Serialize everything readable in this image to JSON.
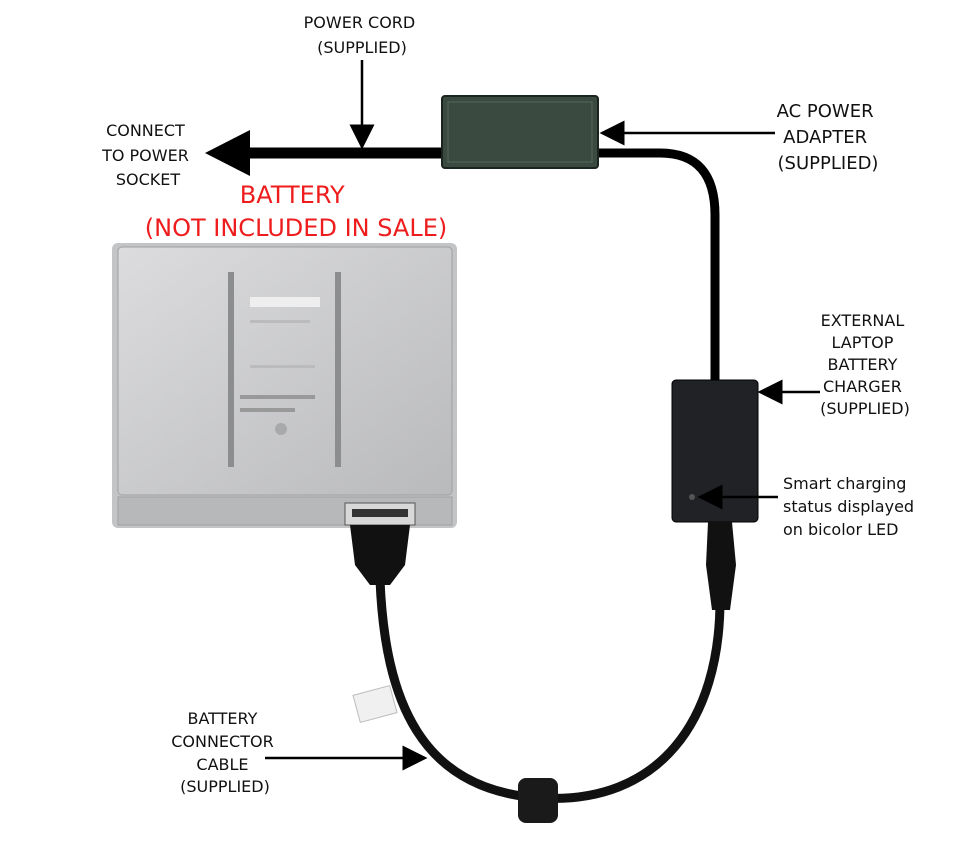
{
  "labels": {
    "power_cord": [
      "POWER CORD",
      "(SUPPLIED)"
    ],
    "connect_socket": [
      "CONNECT",
      "TO POWER",
      "SOCKET"
    ],
    "battery": [
      "BATTERY",
      "(NOT INCLUDED IN SALE)"
    ],
    "ac_adapter": [
      "AC POWER",
      "ADAPTER",
      "(SUPPLIED)"
    ],
    "charger": [
      "EXTERNAL",
      "LAPTOP",
      "BATTERY",
      "CHARGER",
      "(SUPPLIED)"
    ],
    "led": [
      "Smart charging",
      "status displayed",
      "on bicolor LED"
    ],
    "cable": [
      "BATTERY",
      "CONNECTOR",
      "CABLE",
      "(SUPPLIED)"
    ]
  },
  "colors": {
    "warning": "#ee1c1c",
    "battery": "#c9cacc",
    "adapter": "#3b4a40",
    "charger": "#202226"
  }
}
